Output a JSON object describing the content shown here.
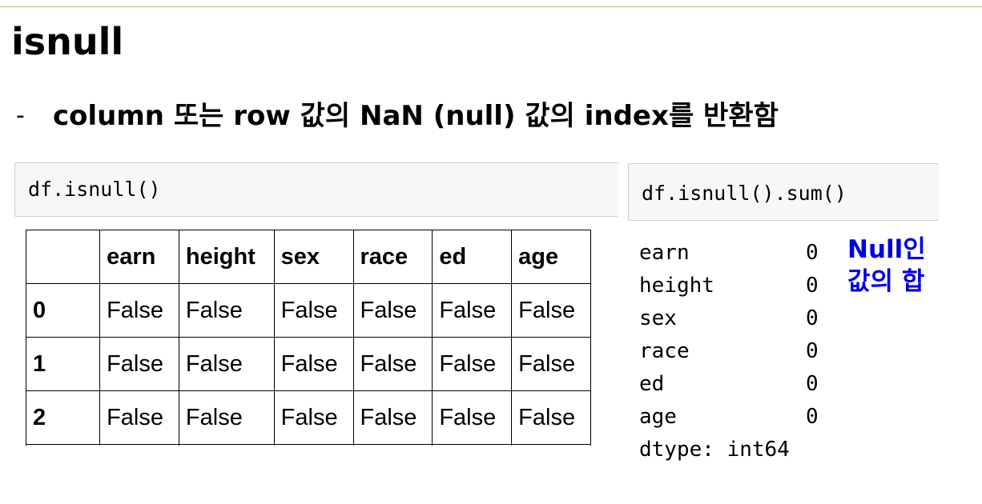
{
  "slide": {
    "title": "isnull",
    "bullet_dash": "-",
    "subtitle": "column 또는 row 값의 NaN (null) 값의 index를 반환함"
  },
  "left_cell": {
    "code": "df.isnull()",
    "table": {
      "columns": [
        "",
        "earn",
        "height",
        "sex",
        "race",
        "ed",
        "age"
      ],
      "rows": [
        {
          "index": "0",
          "values": [
            "False",
            "False",
            "False",
            "False",
            "False",
            "False"
          ]
        },
        {
          "index": "1",
          "values": [
            "False",
            "False",
            "False",
            "False",
            "False",
            "False"
          ]
        },
        {
          "index": "2",
          "values": [
            "False",
            "False",
            "False",
            "False",
            "False",
            "False"
          ]
        },
        {
          "index": "",
          "values": [
            "",
            "",
            "",
            "",
            "",
            ""
          ]
        }
      ]
    }
  },
  "right_cell": {
    "code": "df.isnull().sum()",
    "output": [
      {
        "name": "earn",
        "value": "0"
      },
      {
        "name": "height",
        "value": "0"
      },
      {
        "name": "sex",
        "value": "0"
      },
      {
        "name": "race",
        "value": "0"
      },
      {
        "name": "ed",
        "value": "0"
      },
      {
        "name": "age",
        "value": "0"
      }
    ],
    "dtype": "dtype: int64"
  },
  "annotation": {
    "line1": "Null인",
    "line2": "값의 합",
    "color": "#0000e6"
  }
}
